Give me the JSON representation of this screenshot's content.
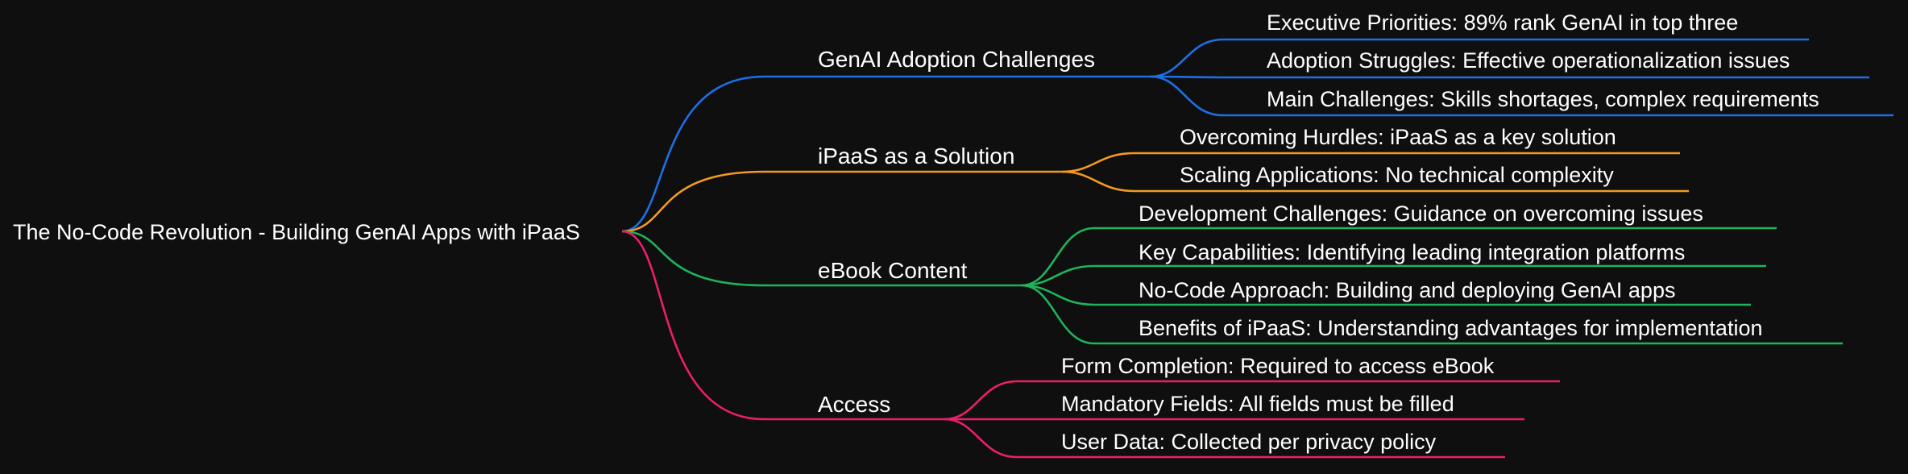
{
  "root": {
    "label": "The No-Code Revolution - Building GenAI Apps with iPaaS"
  },
  "branches": [
    {
      "label": "GenAI Adoption Challenges",
      "color": "#1e6fe6",
      "children": [
        "Executive Priorities: 89% rank GenAI in top three",
        "Adoption Struggles: Effective operationalization issues",
        "Main Challenges: Skills shortages, complex requirements"
      ]
    },
    {
      "label": "iPaaS as a Solution",
      "color": "#f39a1e",
      "children": [
        "Overcoming Hurdles: iPaaS as a key solution",
        "Scaling Applications: No technical complexity"
      ]
    },
    {
      "label": "eBook Content",
      "color": "#1fb35a",
      "children": [
        "Development Challenges: Guidance on overcoming issues",
        "Key Capabilities: Identifying leading integration platforms",
        "No-Code Approach: Building and deploying GenAI apps",
        "Benefits of iPaaS: Understanding advantages for implementation"
      ]
    },
    {
      "label": "Access",
      "color": "#ec1e6a",
      "children": [
        "Form Completion: Required to access eBook",
        "Mandatory Fields: All fields must be filled",
        "User Data: Collected per privacy policy"
      ]
    }
  ]
}
